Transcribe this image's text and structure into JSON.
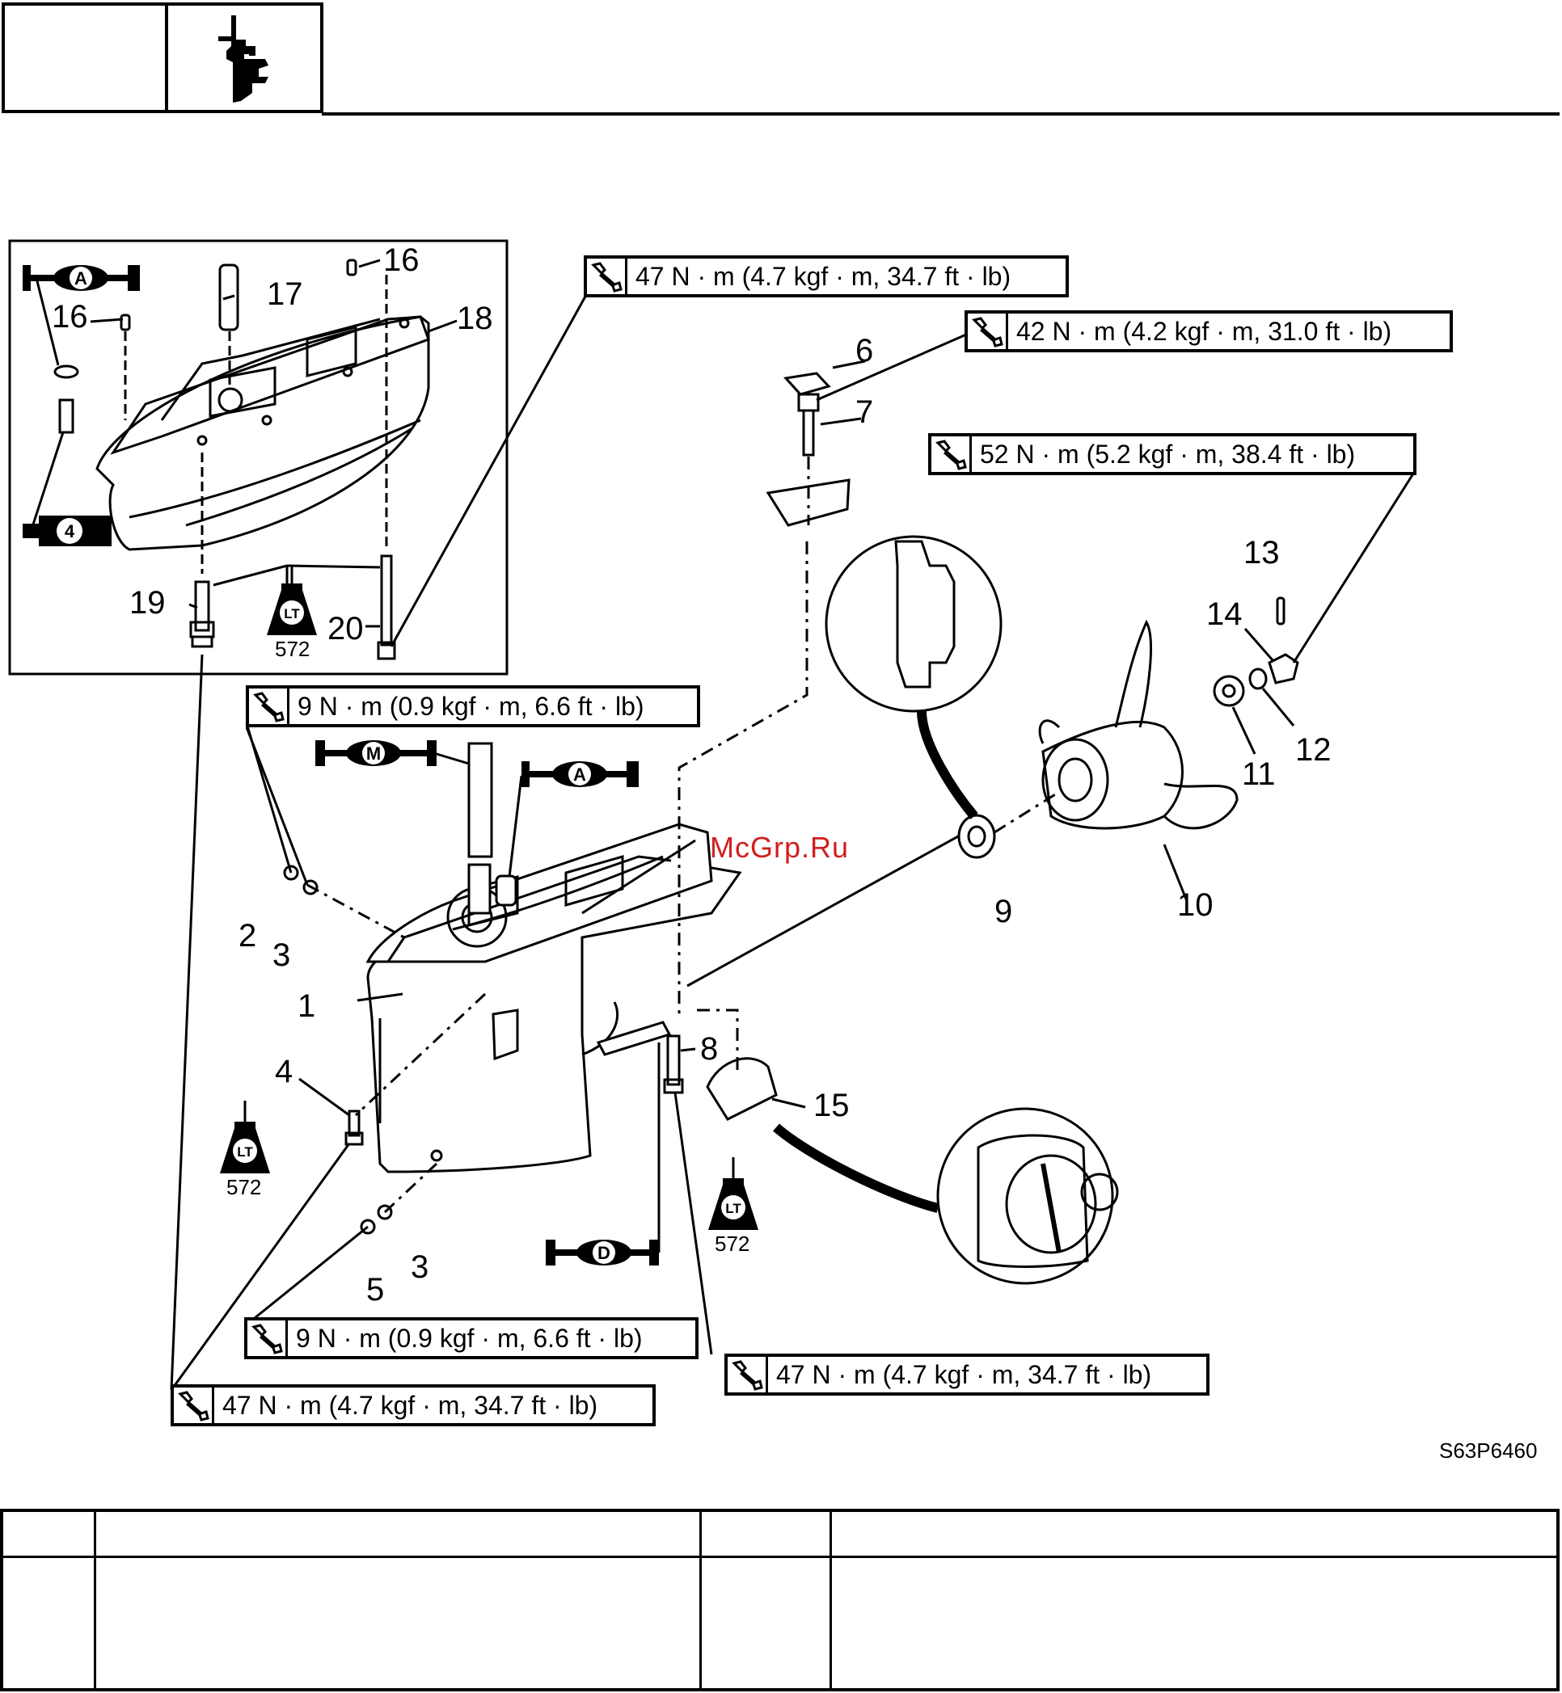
{
  "header": {
    "section_icon": "lower-unit-icon"
  },
  "watermark": "McGrp.Ru",
  "diagram_code": "S63P6460",
  "lubricant_marks": {
    "A": "A",
    "M": "M",
    "D": "D",
    "four": "4"
  },
  "loctite": {
    "label": "LT",
    "number": "572"
  },
  "torque_specs": {
    "t1": "47 N · m (4.7 kgf · m, 34.7 ft · lb)",
    "t2": "42 N · m (4.2 kgf · m, 31.0 ft · lb)",
    "t3": "52 N · m (5.2 kgf · m, 38.4 ft · lb)",
    "t4": "9 N · m (0.9 kgf · m, 6.6 ft · lb)",
    "t5": "9 N · m (0.9 kgf · m, 6.6 ft · lb)",
    "t6": "47 N · m (4.7 kgf · m, 34.7 ft · lb)",
    "t7": "47 N · m (4.7 kgf · m, 34.7 ft · lb)"
  },
  "callouts": {
    "c1": "1",
    "c2": "2",
    "c3a": "3",
    "c3b": "3",
    "c4": "4",
    "c5": "5",
    "c6": "6",
    "c7": "7",
    "c8": "8",
    "c9": "9",
    "c10": "10",
    "c11": "11",
    "c12": "12",
    "c13": "13",
    "c14": "14",
    "c15": "15",
    "c16a": "16",
    "c16b": "16",
    "c17": "17",
    "c18": "18",
    "c19": "19",
    "c20": "20"
  }
}
